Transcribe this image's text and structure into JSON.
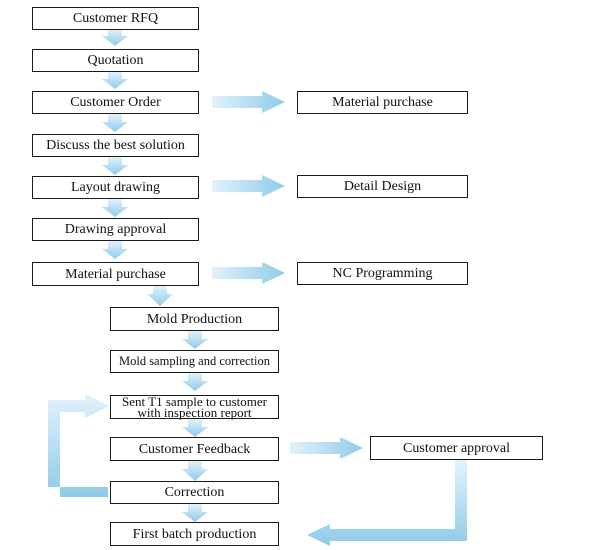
{
  "colors": {
    "arrow_light": "#e2f2fb",
    "arrow_dark": "#8fcbe8",
    "box_border": "#1a1a1a",
    "text": "#111111"
  },
  "steps": {
    "customer_rfq": "Customer RFQ",
    "quotation": "Quotation",
    "customer_order": "Customer Order",
    "material_purchase_side": "Material purchase",
    "discuss_solution": "Discuss the best solution",
    "layout_drawing": "Layout drawing",
    "detail_design": "Detail Design",
    "drawing_approval": "Drawing approval",
    "material_purchase": "Material purchase",
    "nc_programming": "NC Programming",
    "mold_production": "Mold Production",
    "mold_sampling": "Mold sampling and correction",
    "sent_t1_line1": "Sent T1 sample to customer",
    "sent_t1_line2": "with inspection report",
    "customer_feedback": "Customer Feedback",
    "customer_approval": "Customer approval",
    "correction": "Correction",
    "first_batch": "First batch production"
  }
}
